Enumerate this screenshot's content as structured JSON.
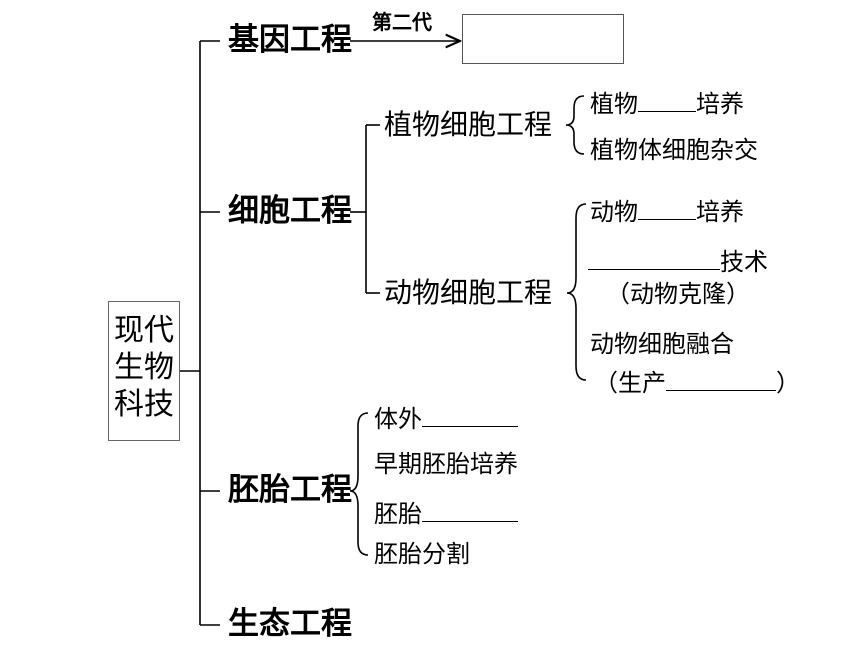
{
  "root": {
    "label": "现代生物科技"
  },
  "branches": {
    "gene": {
      "label": "基因工程",
      "arrow_label": "第二代"
    },
    "cell": {
      "label": "细胞工程",
      "plant": {
        "label": "植物细胞工程",
        "item1_prefix": "植物",
        "item1_suffix": "培养",
        "item2": "植物体细胞杂交"
      },
      "animal": {
        "label": "动物细胞工程",
        "item1_prefix": "动物",
        "item1_suffix": "培养",
        "item2_suffix": "技术",
        "item2_note": "（动物克隆）",
        "item3": "动物细胞融合",
        "item3_note_prefix": "（生产",
        "item3_note_suffix": "）"
      }
    },
    "embryo": {
      "label": "胚胎工程",
      "item1_prefix": "体外",
      "item2": "早期胚胎培养",
      "item3_prefix": "胚胎",
      "item4": "胚胎分割"
    },
    "eco": {
      "label": "生态工程"
    }
  }
}
